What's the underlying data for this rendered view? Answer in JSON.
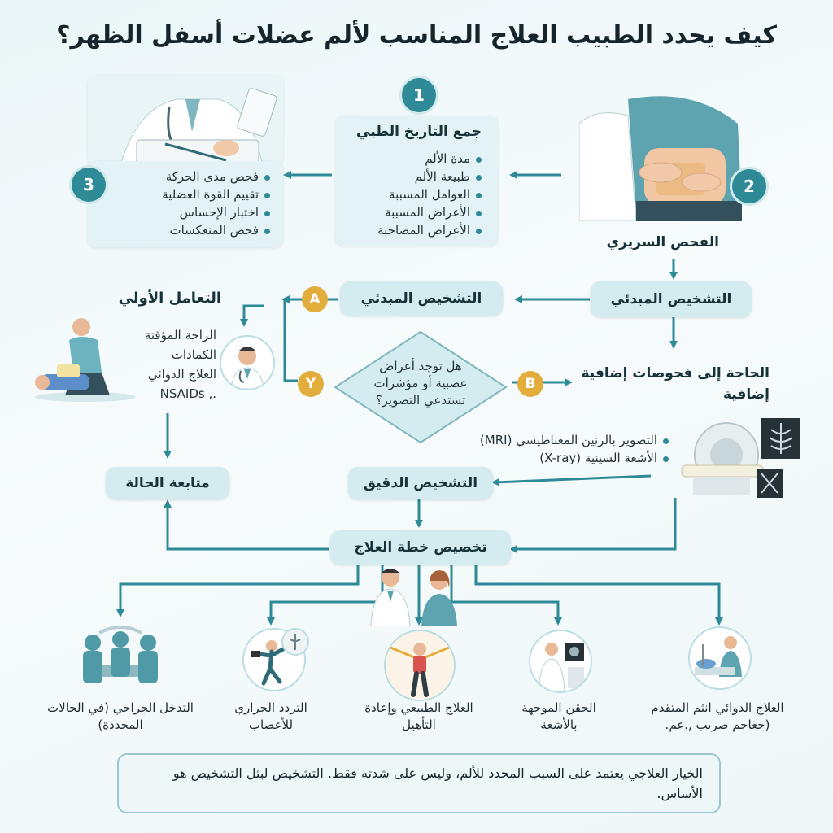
{
  "title": "كيف يحدد الطبيب العلاج المناسب لألم عضلات أسفل الظهر؟",
  "steps": {
    "one": {
      "number": "1",
      "heading": "جمع التاريخ الطبي",
      "items": [
        "مدة الألم",
        "طبيعة الألم",
        "العوامل المسببة",
        "الأعراض المسببة",
        "الأعراض المصاحبة"
      ]
    },
    "two": {
      "number": "2",
      "label": "الفحص السريري"
    },
    "three": {
      "number": "3",
      "items": [
        "فحص مدى الحركة",
        "تقييم القوة العضلية",
        "اختبار الإحساس",
        "فحص المنعكسات"
      ]
    }
  },
  "flow": {
    "initial_diagnosis_right": "التشخيص المبدئي",
    "initial_diagnosis_center": "التشخيص المبدئي",
    "letter_a": "A",
    "letter_y": "Y",
    "letter_b": "B",
    "decision": "هل توجد أعراض عصبية أو مؤشرات تستدعي التصوير؟",
    "initial_care_heading": "التعامل الأولي",
    "initial_care_items": [
      "الراحة المؤقتة",
      "الكمادات",
      "العلاج الدوائي",
      "NSAIDs ,."
    ],
    "further_tests": "الحاجة إلى فحوصات إضافية إضافية",
    "imaging_items": [
      "التصوير بالرنين المغناطيسي (MRI)",
      "الأشعة السينية (X-ray)"
    ],
    "precise_diagnosis": "التشخيص الدقيق",
    "follow_up": "متابعة الحالة",
    "plan": "تخصيص خطة العلاج"
  },
  "treatments": [
    {
      "id": "surgery",
      "label": "التدخل الجراحي (في الحالات المحددة)"
    },
    {
      "id": "radiofrequency",
      "label": "التردد الحراري للأعصاب"
    },
    {
      "id": "physio",
      "label": "العلاج الطبيعي وإعادة التأهيل"
    },
    {
      "id": "injection",
      "label": "الحقن الموجهة بالأشعة"
    },
    {
      "id": "advanced-meds",
      "label": "العلاج الدوائي انثم المتقدم (حعاحم صرىب ,.عم."
    }
  ],
  "footer": "الخيار العلاجي يعتمد على السبب المحدد للألم، وليس على شدته فقط. التشخيص لبثل التشخيص هو الأساس.",
  "colors": {
    "teal": "#2f8a98",
    "pill": "#d4ecef",
    "letter": "#e3ad3c"
  }
}
